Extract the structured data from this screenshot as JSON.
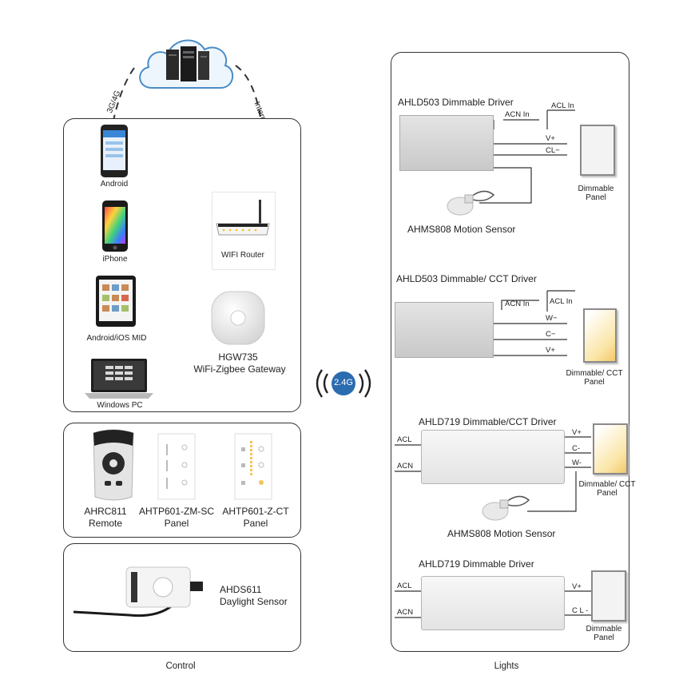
{
  "cloud": {
    "icon": "cloud-server-icon"
  },
  "links": {
    "cellular": "3G/4G",
    "internet": "Internet",
    "wireless": "2.4G"
  },
  "control": {
    "devices": [
      {
        "label": "Android",
        "icon": "android-phone-icon"
      },
      {
        "label": "iPhone",
        "icon": "iphone-icon"
      },
      {
        "label": "Android/iOS MID",
        "icon": "tablet-icon"
      },
      {
        "label": "Windows PC",
        "icon": "laptop-icon"
      }
    ],
    "router": "WIFI Router",
    "gateway": {
      "model": "HGW735",
      "name": "WiFi-Zigbee Gateway"
    },
    "remote_panel": [
      {
        "model": "AHRC811",
        "type": "Remote"
      },
      {
        "model": "AHTP601-ZM-SC",
        "type": "Panel"
      },
      {
        "model": "AHTP601-Z-CT",
        "type": "Panel"
      }
    ],
    "sensor": {
      "model": "AHDS611",
      "type": "Daylight Sensor"
    },
    "title": "Control"
  },
  "lights": {
    "title": "Lights",
    "sections": [
      {
        "title": "AHLD503 Dimmable Driver",
        "acn": "ACN In",
        "acl": "ACL In",
        "outputs": [
          "V+",
          "CL−"
        ],
        "sensor": "AHMS808 Motion Sensor",
        "panel": [
          "Dimmable",
          "Panel"
        ]
      },
      {
        "title": "AHLD503 Dimmable/ CCT Driver",
        "acn": "ACN In",
        "acl": "ACL In",
        "outputs": [
          "W−",
          "C−",
          "V+"
        ],
        "panel": [
          "Dimmable/ CCT",
          "Panel"
        ]
      },
      {
        "title": "AHLD719 Dimmable/CCT Driver",
        "inputs": [
          "ACL",
          "ACN"
        ],
        "outputs": [
          "V+",
          "C-",
          "W-"
        ],
        "sensor": "AHMS808 Motion Sensor",
        "panel": [
          "Dimmable/ CCT",
          "Panel"
        ]
      },
      {
        "title": "AHLD719 Dimmable Driver",
        "inputs": [
          "ACL",
          "ACN"
        ],
        "outputs": [
          "V+",
          "C L -"
        ],
        "panel": [
          "Dimmable",
          "Panel"
        ]
      }
    ]
  }
}
